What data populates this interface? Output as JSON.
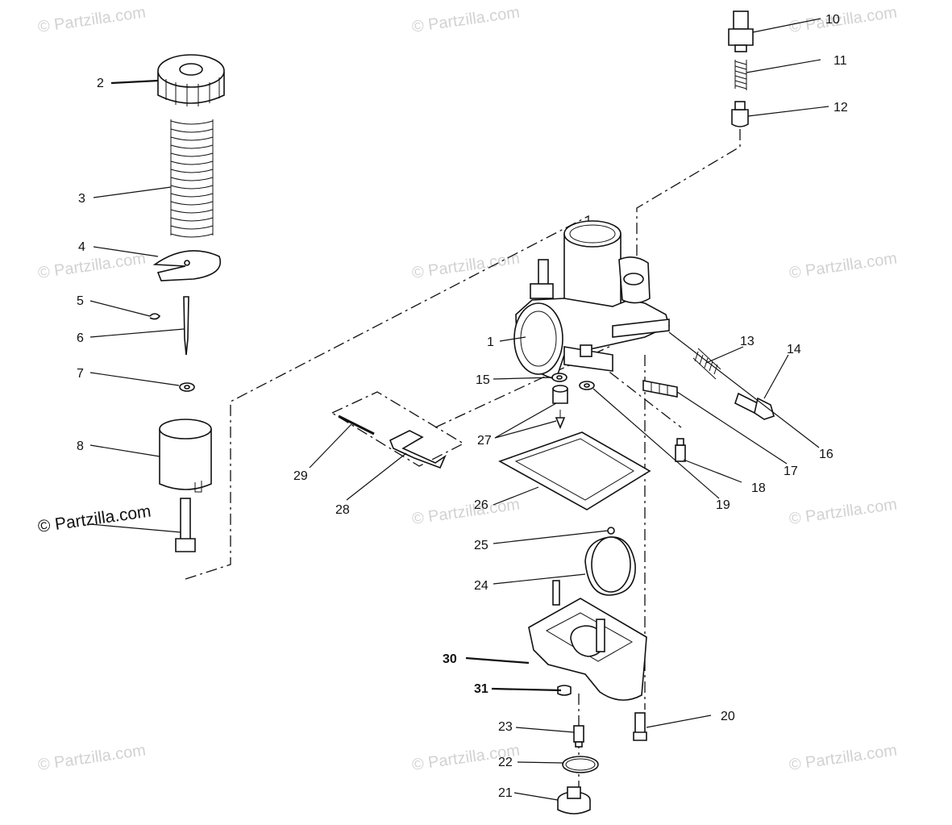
{
  "watermarks": {
    "text": "© Partzilla.com",
    "main_text": "© Partzilla.com"
  },
  "callouts": [
    {
      "id": "1",
      "label": "1"
    },
    {
      "id": "2",
      "label": "2"
    },
    {
      "id": "3",
      "label": "3"
    },
    {
      "id": "4",
      "label": "4"
    },
    {
      "id": "5",
      "label": "5"
    },
    {
      "id": "6",
      "label": "6"
    },
    {
      "id": "7",
      "label": "7"
    },
    {
      "id": "8",
      "label": "8"
    },
    {
      "id": "10",
      "label": "10"
    },
    {
      "id": "11",
      "label": "11"
    },
    {
      "id": "12",
      "label": "12"
    },
    {
      "id": "13",
      "label": "13"
    },
    {
      "id": "14",
      "label": "14"
    },
    {
      "id": "15",
      "label": "15"
    },
    {
      "id": "16",
      "label": "16"
    },
    {
      "id": "17",
      "label": "17"
    },
    {
      "id": "18",
      "label": "18"
    },
    {
      "id": "19",
      "label": "19"
    },
    {
      "id": "20",
      "label": "20"
    },
    {
      "id": "21",
      "label": "21"
    },
    {
      "id": "22",
      "label": "22"
    },
    {
      "id": "23",
      "label": "23"
    },
    {
      "id": "24",
      "label": "24"
    },
    {
      "id": "25",
      "label": "25"
    },
    {
      "id": "26",
      "label": "26"
    },
    {
      "id": "27",
      "label": "27"
    },
    {
      "id": "28",
      "label": "28"
    },
    {
      "id": "29",
      "label": "29"
    },
    {
      "id": "30",
      "label": "30"
    },
    {
      "id": "31",
      "label": "31"
    }
  ]
}
